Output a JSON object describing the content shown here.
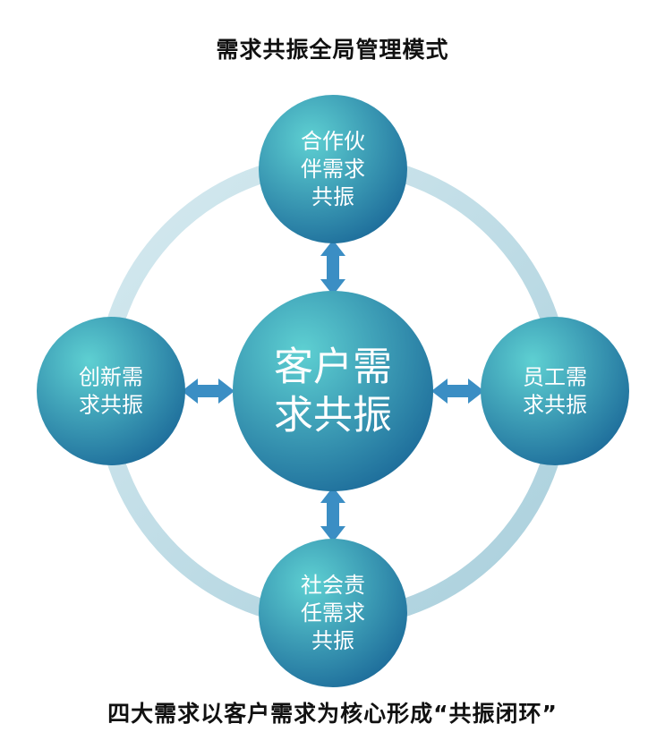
{
  "title": "需求共振全局管理模式",
  "caption": "四大需求以客户需求为核心形成“共振闭环”",
  "colors": {
    "ring": "#b9d9e3",
    "node_light": "#5ed0d2",
    "node_dark": "#1f6f9c",
    "arrow": "#3b8ec4",
    "text": "#ffffff"
  },
  "nodes": {
    "center": {
      "lines": [
        "客户需",
        "求共振"
      ]
    },
    "top": {
      "lines": [
        "合作伙",
        "伴需求",
        "共振"
      ]
    },
    "left": {
      "lines": [
        "创新需",
        "求共振"
      ]
    },
    "right": {
      "lines": [
        "员工需",
        "求共振"
      ]
    },
    "bottom": {
      "lines": [
        "社会责",
        "任需求",
        "共振"
      ]
    }
  }
}
